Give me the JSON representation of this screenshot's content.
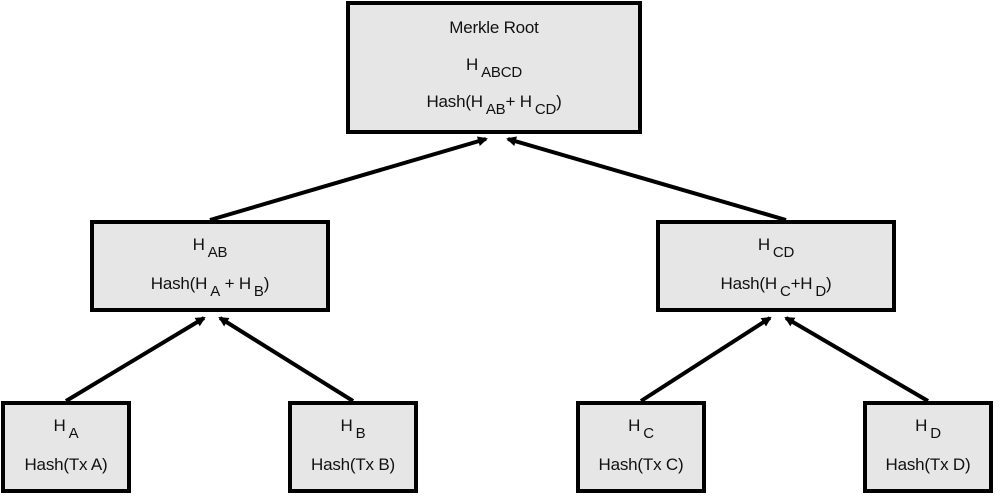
{
  "root": {
    "title": "Merkle Root",
    "hash_label": {
      "h": "H",
      "sub": "ABCD"
    },
    "formula": {
      "prefix": "Hash(H",
      "sub1": "AB",
      "mid": "+ H",
      "sub2": "CD",
      "suffix": ")"
    }
  },
  "intermediate": [
    {
      "hash_label": {
        "h": "H",
        "sub": "AB"
      },
      "formula": {
        "prefix": "Hash(H",
        "sub1": "A",
        "mid": " + H",
        "sub2": "B",
        "suffix": ")"
      }
    },
    {
      "hash_label": {
        "h": "H",
        "sub": "CD"
      },
      "formula": {
        "prefix": "Hash(H",
        "sub1": "C",
        "mid": "+H",
        "sub2": "D",
        "suffix": ")"
      }
    }
  ],
  "leaves": [
    {
      "hash_label": {
        "h": "H",
        "sub": "A"
      },
      "formula": "Hash(Tx A)"
    },
    {
      "hash_label": {
        "h": "H",
        "sub": "B"
      },
      "formula": "Hash(Tx B)"
    },
    {
      "hash_label": {
        "h": "H",
        "sub": "C"
      },
      "formula": "Hash(Tx C)"
    },
    {
      "hash_label": {
        "h": "H",
        "sub": "D"
      },
      "formula": "Hash(Tx D)"
    }
  ],
  "colors": {
    "node_fill": "#e6e6e6",
    "stroke": "#000000"
  }
}
